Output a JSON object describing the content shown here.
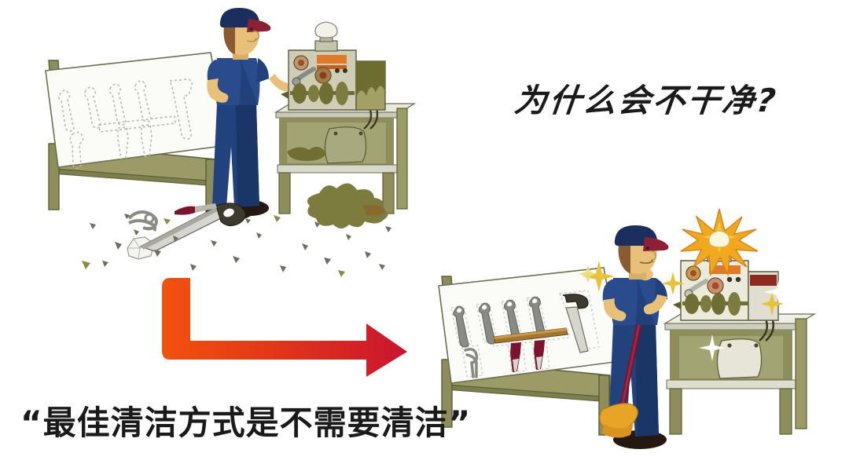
{
  "page": {
    "background_color": "#ffffff",
    "language": "zh-CN",
    "layout": "before-after comparison illustration"
  },
  "texts": {
    "question": "为什么会不干净?",
    "quote": "“最佳清洁方式是不需要清洁”",
    "question_color": "#1a1a1a",
    "quote_color": "#1a1a1a"
  },
  "arrow": {
    "name": "transition-arrow",
    "shape": "elbow-down-right",
    "color_start": "#F2520F",
    "color_end": "#C8152F"
  },
  "palette": {
    "bench_wood": "#8d8e5c",
    "bench_wood_light": "#a3a473",
    "bench_top": "#f3f2ee",
    "uniform_blue": "#2b4c8c",
    "uniform_dark": "#1d3566",
    "cap_navy": "#1b2f5e",
    "cap_brim": "#8e2036",
    "skin": "#e8c07a",
    "hair": "#8a5a30",
    "grime_olive": "#7d7c3f",
    "grime_dark": "#5f5e2c",
    "metal_grey": "#8b8b85",
    "tool_handle_red": "#7b1230",
    "lamp_glow": "#f0a81e",
    "lamp_bulb": "#fdf6df",
    "broom_bristles": "#e8a426",
    "panel_orange": "#e07a2b",
    "rust": "#a84a22",
    "boot_dark": "#2a1d16",
    "sparkle": "#e8c23a"
  },
  "scenes": [
    {
      "id": "before-scene",
      "name": "messy-workshop-scene",
      "label": "Before: dirty workshop",
      "elements": [
        {
          "name": "empty-shadow-board",
          "desc": "tool board with dashed empty tool outlines"
        },
        {
          "name": "worker-frowning",
          "desc": "mechanic standing with hand on hip"
        },
        {
          "name": "dirty-machine",
          "desc": "grimy machine with dull bulb on bench"
        },
        {
          "name": "oil-spill",
          "desc": "olive oil puddle on floor"
        },
        {
          "name": "scattered-tools",
          "desc": "handsaw, pliers and screwdriver on floor"
        },
        {
          "name": "floor-debris",
          "desc": "metal chips and shavings scattered on floor"
        },
        {
          "name": "crumpled-paper",
          "desc": "crumpled paper ball"
        }
      ]
    },
    {
      "id": "after-scene",
      "name": "clean-workshop-scene",
      "label": "After: clean workshop",
      "elements": [
        {
          "name": "organized-shadow-board",
          "desc": "tool board with all tools in place"
        },
        {
          "name": "worker-smiling",
          "desc": "mechanic holding a broom"
        },
        {
          "name": "broom",
          "desc": "broom with orange bristles"
        },
        {
          "name": "clean-machine",
          "desc": "shiny machine with bright starburst lamp"
        },
        {
          "name": "sparkles",
          "desc": "sparkle stars indicating cleanliness"
        }
      ]
    }
  ],
  "tools_on_board": [
    {
      "name": "wrench",
      "count": 4,
      "color": "#8b8b85"
    },
    {
      "name": "handsaw",
      "count": 1,
      "color": "#8b8b85"
    },
    {
      "name": "file-ruler",
      "count": 1,
      "color": "#a5762f"
    },
    {
      "name": "pliers",
      "count": 1,
      "color": "#8b8b85"
    },
    {
      "name": "screwdriver",
      "count": 2,
      "color": "#7b1230"
    }
  ]
}
